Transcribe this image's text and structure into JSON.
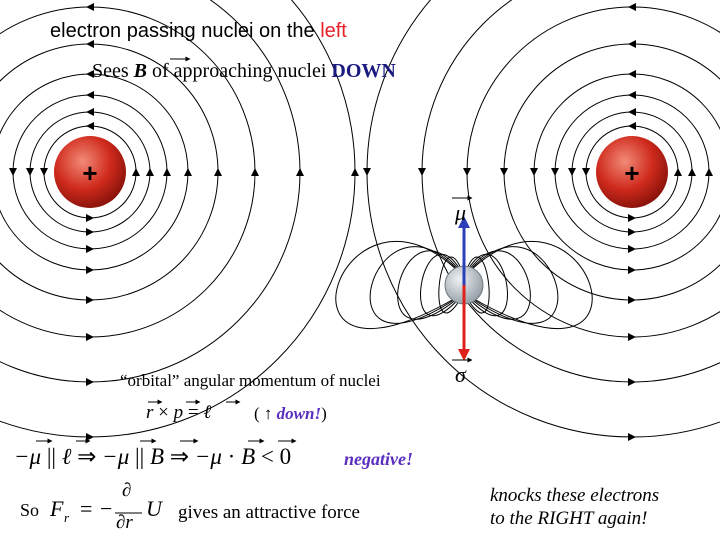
{
  "title": {
    "prefix": "electron passing nuclei on the ",
    "highlight": "left",
    "highlight_color": "#e8202a"
  },
  "subtitle": {
    "text_a": "Sees ",
    "b_symbol": "B",
    "text_b": " of approaching nuclei ",
    "direction": "DOWN",
    "direction_color": "#1a1a80"
  },
  "nuclei": [
    {
      "symbol": "+",
      "color": "#d6281f"
    },
    {
      "symbol": "+",
      "color": "#d6281f"
    }
  ],
  "mu_label": "μ",
  "sigma_label": "σ",
  "orbital_label": "“orbital” angular momentum of nuclei",
  "cross_product": {
    "r": "r",
    "times": "×",
    "p": "p",
    "equals": "=",
    "l": "ℓ"
  },
  "direction_note": {
    "open": "(",
    "arrow": "↑",
    "word": "down!",
    "close": ")",
    "word_color": "#5a2fbf"
  },
  "energy_line": {
    "minus_mu": "−μ",
    "parallel": "||",
    "l": "ℓ",
    "implies1": "⇒",
    "minus_mu2": "−μ",
    "parallel2": "||",
    "b": "B",
    "implies2": "⇒",
    "minus_mu3": "−μ",
    "dot": "·",
    "b2": "B",
    "lt_zero": "< 0"
  },
  "negative_label": "negative!",
  "negative_color": "#5a2fbf",
  "so_label": "So",
  "force_formula": {
    "f": "F",
    "sub": "r",
    "eq": "=",
    "minus": "−",
    "partial_num": "∂",
    "partial_den": "∂r",
    "u": "U"
  },
  "attractive_text": "gives an attractive force",
  "knocks_text": {
    "line1": "knocks these electrons",
    "line2": "to the RIGHT again!"
  },
  "colors": {
    "mu_arrow": "#2b3fb8",
    "sigma_arrow": "#e0201b",
    "field_line": "#000000",
    "electron": "#b9c0c7"
  }
}
